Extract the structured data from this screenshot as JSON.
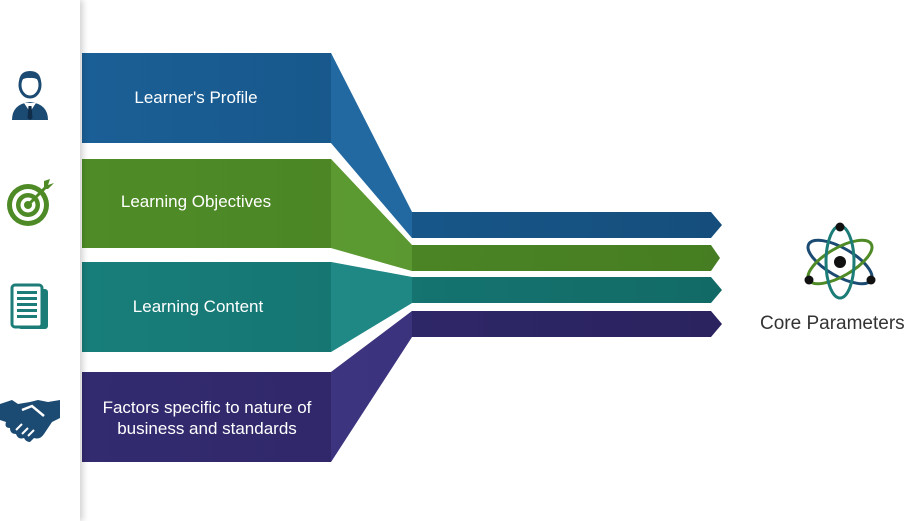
{
  "bands": [
    {
      "label": "Learner's Profile",
      "icon": "user-icon",
      "color": "#1a5f96"
    },
    {
      "label": "Learning Objectives",
      "icon": "target-icon",
      "color": "#4e8a26"
    },
    {
      "label": "Learning Content",
      "icon": "document-icon",
      "color": "#177c78"
    },
    {
      "label": "Factors specific to nature of business and standards",
      "icon": "handshake-icon",
      "color": "#30286a"
    }
  ],
  "output": {
    "label": "Core Parameters",
    "icon": "atom-icon"
  },
  "colors": {
    "icon": "#1c7c77",
    "icon_dark": "#1b4a72",
    "text": "#333333"
  }
}
